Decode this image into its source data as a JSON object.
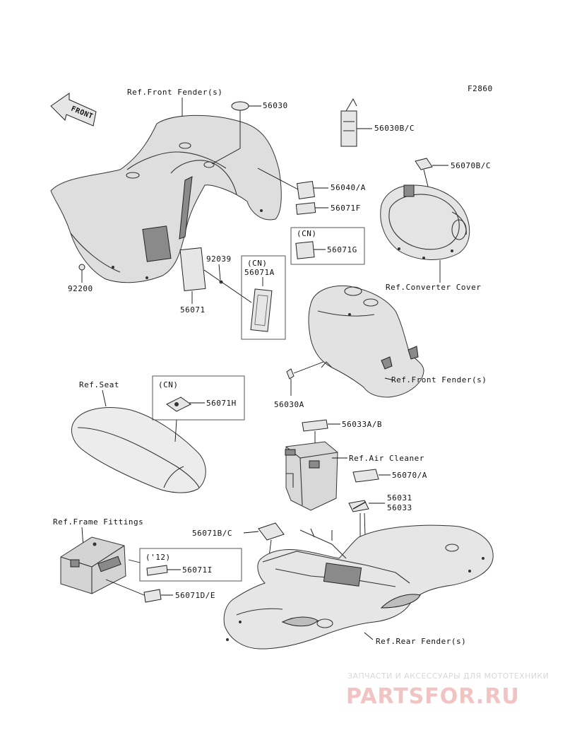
{
  "figure_code": "F2860",
  "front_arrow": "FRONT",
  "refs": {
    "front_fender_top": "Ref.Front Fender(s)",
    "converter_cover": "Ref.Converter Cover",
    "front_fender_mid": "Ref.Front Fender(s)",
    "seat": "Ref.Seat",
    "air_cleaner": "Ref.Air Cleaner",
    "frame_fittings": "Ref.Frame Fittings",
    "rear_fender": "Ref.Rear Fender(s)"
  },
  "parts": {
    "p56030": "56030",
    "p56030bc": "56030B/C",
    "p56070bc": "56070B/C",
    "p56040a": "56040/A",
    "p56071f": "56071F",
    "p56071g": "56071G",
    "p92039": "92039",
    "p56071a": "56071A",
    "p92200": "92200",
    "p56071": "56071",
    "p56030a": "56030A",
    "p56071h": "56071H",
    "p56033ab": "56033A/B",
    "p56070a": "56070/A",
    "p56031": "56031",
    "p56033": "56033",
    "p56071bc": "56071B/C",
    "p56071i": "56071I",
    "p56071de": "56071D/E"
  },
  "tags": {
    "cn_g": "(CN)",
    "cn_a": "(CN)",
    "cn_h": "(CN)",
    "y12": "('12)"
  },
  "watermark": {
    "subtitle": "ЗАПЧАСТИ И АКСЕССУАРЫ ДЛЯ МОТОТЕХНИКИ",
    "brand": "PARTSFOR.RU"
  }
}
